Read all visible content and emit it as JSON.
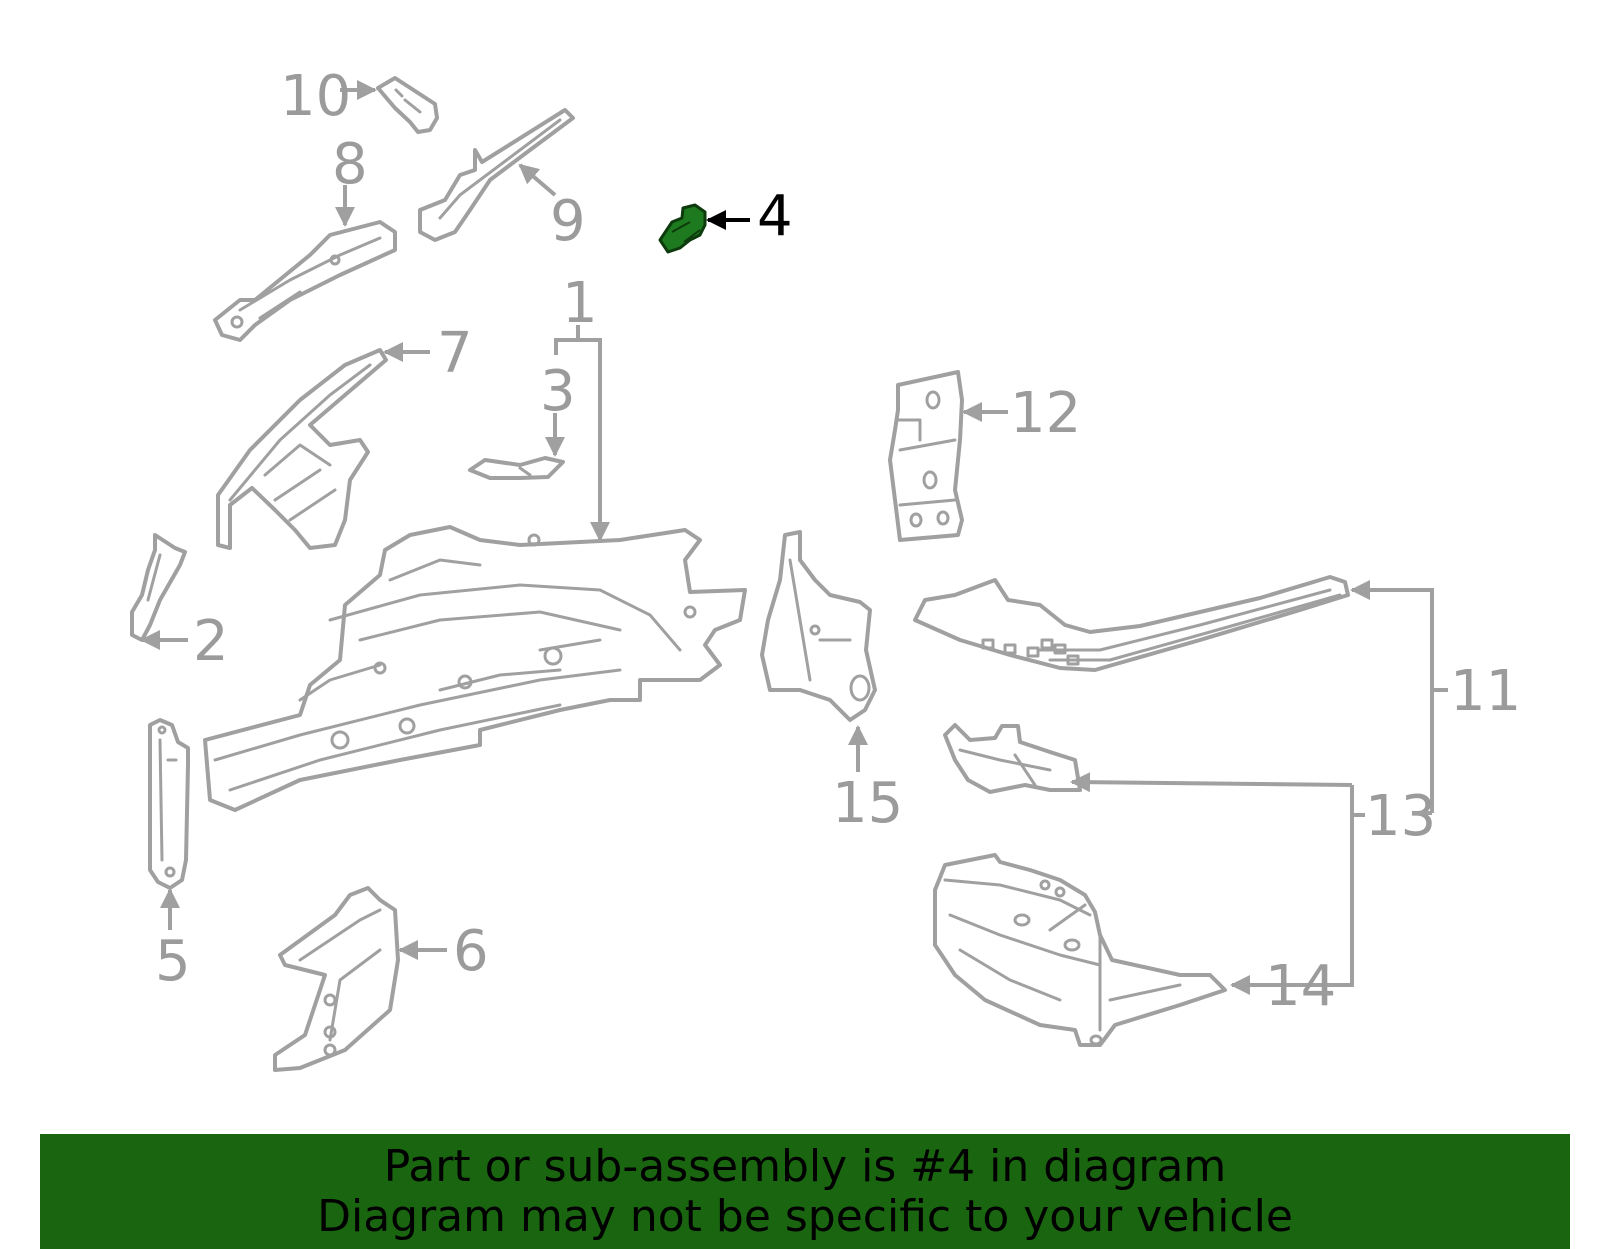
{
  "diagram": {
    "callouts": {
      "c1": "1",
      "c2": "2",
      "c3": "3",
      "c4": "4",
      "c5": "5",
      "c6": "6",
      "c7": "7",
      "c8": "8",
      "c9": "9",
      "c10": "10",
      "c11": "11",
      "c12": "12",
      "c13": "13",
      "c14": "14",
      "c15": "15"
    },
    "highlighted_callout": "4",
    "colors": {
      "part_outline": "#a0a0a0",
      "callout_text": "#9b9b9b",
      "highlight_fill": "#1e7a1e",
      "banner_bg": "#1a6610"
    }
  },
  "banner": {
    "line1": "Part or sub-assembly is #4 in diagram",
    "line2": "Diagram may not be specific to your vehicle"
  }
}
